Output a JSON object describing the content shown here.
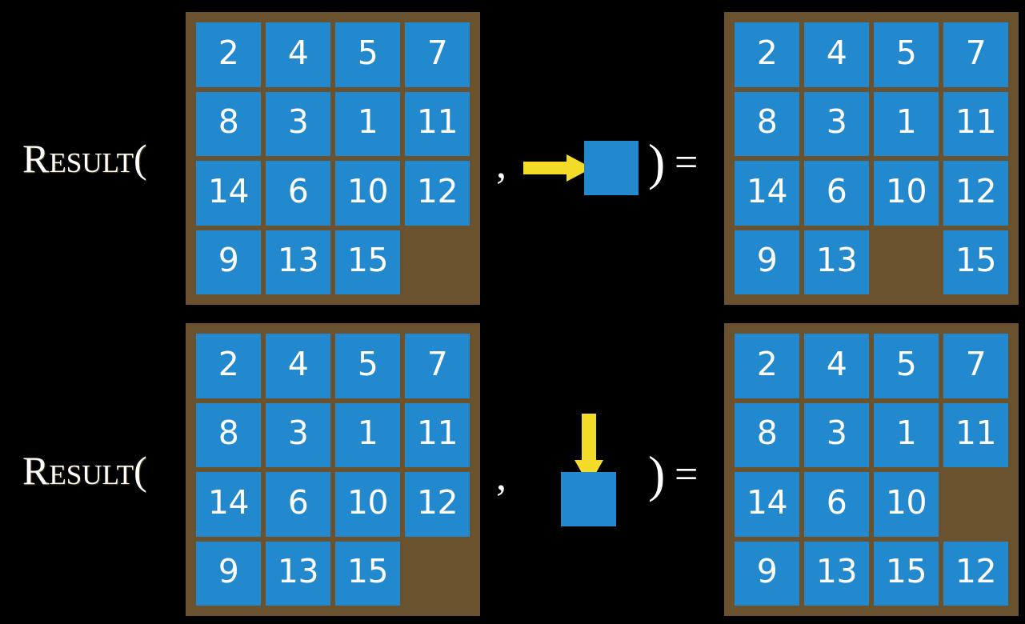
{
  "page": {
    "background_color": "#000000",
    "title": "Result of sliding-tile moves on a 15-puzzle"
  },
  "colors": {
    "tile": "#2389ce",
    "frame": "#6b522f",
    "arrow": "#f2dc28",
    "text": "#ffffff",
    "background": "#000000"
  },
  "labels": {
    "result": "Result(",
    "comma": ",",
    "close_paren": ")",
    "equals": "="
  },
  "rows": [
    {
      "id": "row-right-move",
      "function_label": "Result(",
      "input_grid": {
        "name": "input-grid-row1",
        "rows": 4,
        "cols": 4,
        "cells": [
          [
            "2",
            "4",
            "5",
            "7"
          ],
          [
            "8",
            "3",
            "1",
            "11"
          ],
          [
            "14",
            "6",
            "10",
            "12"
          ],
          [
            "9",
            "13",
            "15",
            ""
          ]
        ]
      },
      "action": {
        "name": "move-right",
        "direction": "right",
        "arrow_icon": "arrow-right-icon",
        "tile_label": ""
      },
      "output_grid": {
        "name": "output-grid-row1",
        "rows": 4,
        "cols": 4,
        "cells": [
          [
            "2",
            "4",
            "5",
            "7"
          ],
          [
            "8",
            "3",
            "1",
            "11"
          ],
          [
            "14",
            "6",
            "10",
            "12"
          ],
          [
            "9",
            "13",
            "",
            "15"
          ]
        ]
      }
    },
    {
      "id": "row-down-move",
      "function_label": "Result(",
      "input_grid": {
        "name": "input-grid-row2",
        "rows": 4,
        "cols": 4,
        "cells": [
          [
            "2",
            "4",
            "5",
            "7"
          ],
          [
            "8",
            "3",
            "1",
            "11"
          ],
          [
            "14",
            "6",
            "10",
            "12"
          ],
          [
            "9",
            "13",
            "15",
            ""
          ]
        ]
      },
      "action": {
        "name": "move-down",
        "direction": "down",
        "arrow_icon": "arrow-down-icon",
        "tile_label": ""
      },
      "output_grid": {
        "name": "output-grid-row2",
        "rows": 4,
        "cols": 4,
        "cells": [
          [
            "2",
            "4",
            "5",
            "7"
          ],
          [
            "8",
            "3",
            "1",
            "11"
          ],
          [
            "14",
            "6",
            "10",
            ""
          ],
          [
            "9",
            "13",
            "15",
            "12"
          ]
        ]
      }
    }
  ]
}
